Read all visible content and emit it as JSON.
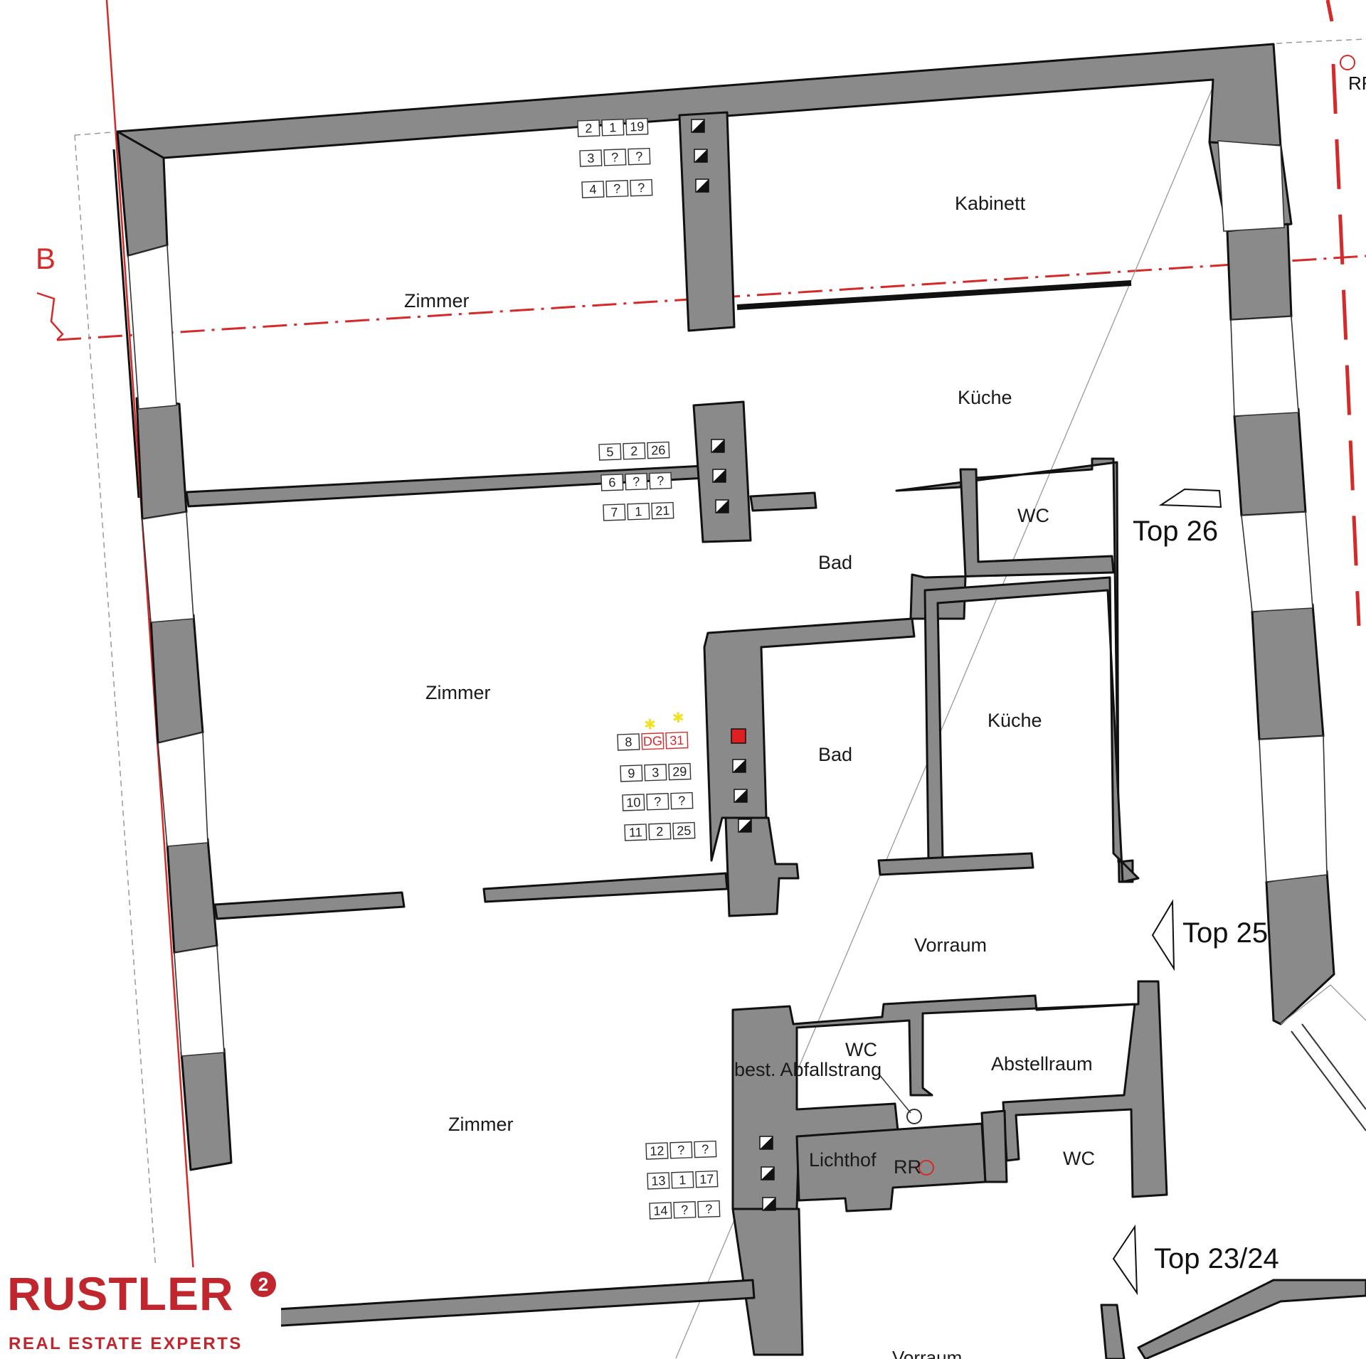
{
  "plan": {
    "section_marker": "B",
    "rooms": {
      "kabinett": "Kabinett",
      "zimmer_top": "Zimmer",
      "kueche_top": "Küche",
      "wc_top": "WC",
      "bad_top": "Bad",
      "zimmer_mid": "Zimmer",
      "bad_mid": "Bad",
      "kueche_mid": "Küche",
      "vorraum": "Vorraum",
      "wc_mid": "WC",
      "abfallstrang": "best. Abfallstrang",
      "abstellraum": "Abstellraum",
      "zimmer_bottom": "Zimmer",
      "lichthof": "Lichthof",
      "rr": "RR",
      "wc_bottom": "WC",
      "vorraum_bottom": "Vorraum"
    },
    "entrances": {
      "top26": "Top 26",
      "top25": "Top 25",
      "top2324": "Top 23/24"
    },
    "edge_text": "RR",
    "chimney_groups": [
      [
        [
          "2",
          "1",
          "19"
        ],
        [
          "3",
          "?",
          "?"
        ],
        [
          "4",
          "?",
          "?"
        ]
      ],
      [
        [
          "5",
          "2",
          "26"
        ],
        [
          "6",
          "?",
          "?"
        ],
        [
          "7",
          "1",
          "21"
        ]
      ],
      [
        [
          "8",
          "DG",
          "31"
        ],
        [
          "9",
          "3",
          "29"
        ],
        [
          "10",
          "?",
          "?"
        ],
        [
          "11",
          "2",
          "25"
        ]
      ],
      [
        [
          "12",
          "?",
          "?"
        ],
        [
          "13",
          "1",
          "17"
        ],
        [
          "14",
          "?",
          "?"
        ]
      ]
    ]
  },
  "logo": {
    "name": "RUSTLER",
    "superscript": "2",
    "tagline": "REAL ESTATE EXPERTS"
  },
  "colors": {
    "wall": "#8a8a8a",
    "red": "#d42a2a",
    "brand": "#c0262d"
  }
}
